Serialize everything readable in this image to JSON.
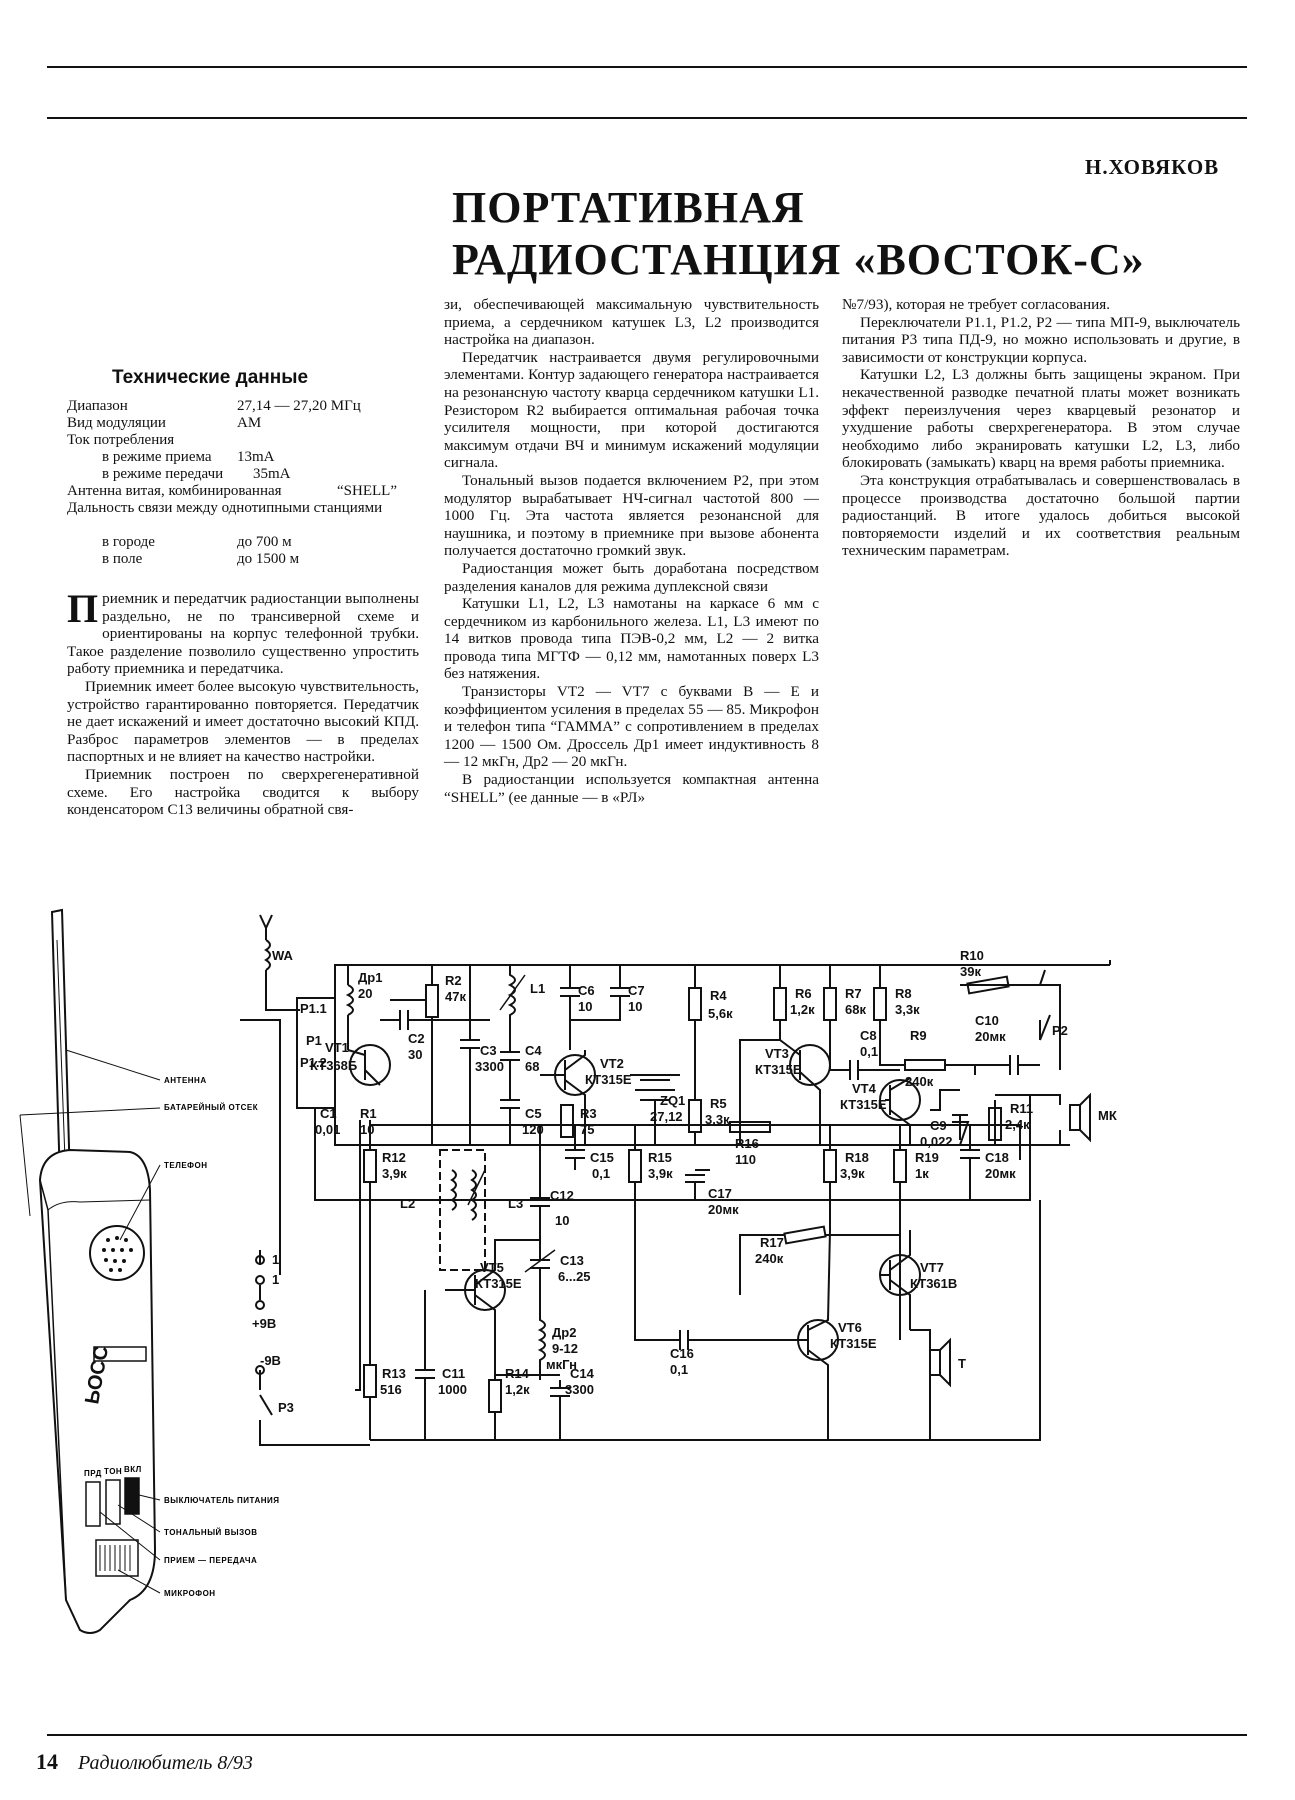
{
  "article": {
    "author": "Н.ХОВЯКОВ",
    "title_line1": "ПОРТАТИВНАЯ",
    "title_line2": "РАДИОСТАНЦИЯ «ВОСТОК-С»"
  },
  "specs": {
    "heading": "Технические данные",
    "rows": [
      {
        "label": "Диапазон",
        "value": "27,14 — 27,20 МГц"
      },
      {
        "label": "Вид модуляции",
        "value": "АМ"
      },
      {
        "label": "Ток потребления",
        "value": ""
      },
      {
        "label": "в режиме приема",
        "value": "13mA"
      },
      {
        "label": "в режиме передачи",
        "value": "35mA"
      },
      {
        "label": "Антенна витая, комбинированная",
        "value": "“SHELL”"
      },
      {
        "label": "Дальность связи между однотипными станциями",
        "value": ""
      },
      {
        "label": "в городе",
        "value": "до 700 м"
      },
      {
        "label": "в поле",
        "value": "до 1500 м"
      }
    ]
  },
  "body": {
    "col1_dropcap": "П",
    "col1": [
      "риемник и передатчик радиостанции выполнены раздельно, не по трансиверной схеме и ориентированы на корпус телефонной трубки. Такое разделение позволило существенно упростить работу приемника и передатчика.",
      "Приемник имеет более высокую чувствительность, устройство гарантированно повторяется. Передатчик не дает искажений и имеет достаточно высокий КПД. Разброс параметров элементов — в пределах паспортных и не влияет на качество настройки.",
      "Приемник построен по сверхрегенеративной схеме. Его настройка сводится к выбору конденсатором C13 величины обратной свя-"
    ],
    "col2": [
      "зи, обеспечивающей максимальную чувствительность приема, а сердечником катушек L3, L2 производится настройка на диапазон.",
      "Передатчик настраивается двумя регулировочными элементами. Контур задающего генератора настраивается на резонансную частоту кварца сердечником катушки L1. Резистором R2 выбирается оптимальная рабочая точка усилителя мощности, при которой достигаются максимум отдачи ВЧ и минимум искажений модуляции сигнала.",
      "Тональный вызов подается включением P2, при этом модулятор вырабатывает НЧ-сигнал частотой 800 — 1000 Гц. Эта частота является резонансной для наушника, и поэтому в приемнике при вызове абонента получается достаточно громкий звук.",
      "Радиостанция может быть доработана посредством разделения каналов для режима дуплексной связи",
      "Катушки L1, L2, L3 намотаны на каркасе 6 мм с сердечником из карбонильного железа. L1, L3 имеют по 14 витков провода типа ПЭВ-0,2 мм, L2 — 2 витка провода типа МГТФ — 0,12 мм, намотанных поверх L3 без натяжения.",
      "Транзисторы VT2 — VT7 с буквами B — E и коэффициентом усиления в пределах 55 — 85. Микрофон и телефон типа “ГАММА” с сопротивлением в пределах 1200 — 1500 Ом. Дроссель Др1 имеет индуктивность 8 — 12 мкГн, Др2 — 20 мкГн.",
      "В радиостанции используется компактная антенна “SHELL” (ее данные — в «РЛ»"
    ],
    "col3": [
      "№7/93), которая не требует согласования.",
      "Переключатели P1.1, P1.2, P2 — типа МП-9, выключатель питания P3 типа ПД-9, но можно использовать и другие, в зависимости от конструкции корпуса.",
      "Катушки L2, L3 должны быть защищены экраном. При некачественной разводке печатной платы может возникать эффект переизлучения через кварцевый резонатор и ухудшение работы сверхрегенератора. В этом случае необходимо либо экранировать катушки L2, L3, либо блокировать (замыкать) кварц на время работы приемника.",
      "Эта конструкция отрабатывалась и совершенствовалась в процессе производства достаточно большой партии радиостанций. В итоге удалось добиться высокой повторяемости изделий и их соответствия реальным техническим параметрам."
    ]
  },
  "device_callouts": [
    "АНТЕННА",
    "БАТАРЕЙНЫЙ ОТСЕК",
    "ТЕЛЕФОН",
    "ВЫКЛЮЧАТЕЛЬ ПИТАНИЯ",
    "ТОНАЛЬНЫЙ ВЫЗОВ",
    "ПРИЕМ — ПЕРЕДАЧА",
    "МИКРОФОН"
  ],
  "device_buttons": [
    "ПРД",
    "ТОН",
    "ВКЛ"
  ],
  "schematic_labels": {
    "WA": "WA",
    "DR1": "Др1",
    "DR1v": "20",
    "R2": "R2",
    "R2v": "47к",
    "L1": "L1",
    "C6": "C6",
    "C6v": "10",
    "C7": "C7",
    "C7v": "10",
    "R4": "R4",
    "R4v": "5,6к",
    "R10": "R10",
    "R10v": "39к",
    "R6": "R6",
    "R6v": "1,2к",
    "R7": "R7",
    "R7v": "68к",
    "R8": "R8",
    "R8v": "3,3к",
    "C10": "C10",
    "C10v": "20мк",
    "P2": "P2",
    "P11": "P1.1",
    "P1": "P1",
    "P12": "P1.2",
    "VT1": "VT1",
    "VT1t": "КТ368Б",
    "C2": "C2",
    "C2v": "30",
    "C3": "C3",
    "C3v": "3300",
    "C4": "C4",
    "C4v": "68",
    "VT2": "VT2",
    "VT2t": "КТ315Е",
    "VT3": "VT3",
    "VT3t": "КТ315Е",
    "C8": "C8",
    "C8v": "0,1",
    "R9": "R9",
    "R9v": "240к",
    "VT4": "VT4",
    "VT4t": "КТ315Е",
    "C1": "C1",
    "C1v": "0,01",
    "R1": "R1",
    "R1v": "10",
    "C5": "C5",
    "C5v": "120",
    "R3": "R3",
    "R3v": "75",
    "ZQ1": "ZQ1",
    "ZQ1v": "27,12",
    "R5": "R5",
    "R5v": "3,3к",
    "R11": "R11",
    "R11v": "2,4к",
    "C9": "C9",
    "C9v": "0,022",
    "MK": "МК",
    "R12": "R12",
    "R12v": "3,9к",
    "C15": "C15",
    "C15v": "0,1",
    "R15": "R15",
    "R15v": "3,9к",
    "R16": "R16",
    "R16v": "110",
    "C17": "C17",
    "C17v": "20мк",
    "R18": "R18",
    "R18v": "3,9к",
    "R19": "R19",
    "R19v": "1к",
    "C18": "C18",
    "C18v": "20мк",
    "L2": "L2",
    "L3": "L3",
    "C12": "C12",
    "C12v": "10",
    "C13": "C13",
    "C13v": "6...25",
    "VT5": "VT5",
    "VT5t": "КТ315Е",
    "R17": "R17",
    "R17v": "240к",
    "VT7": "VT7",
    "VT7t": "КТ361В",
    "VT6": "VT6",
    "VT6t": "КТ315Е",
    "C16": "C16",
    "C16v": "0,1",
    "T": "Т",
    "DR2": "Др2",
    "DR2v1": "9-12",
    "DR2v2": "мкГн",
    "R13": "R13",
    "R13v": "516",
    "C11": "C11",
    "C11v": "1000",
    "R14": "R14",
    "R14v": "1,2к",
    "C14": "C14",
    "C14v": "3300",
    "S1a": "1",
    "S1b": "1",
    "PLUS9": "+9В",
    "MINUS9": "-9В",
    "P3": "P3"
  },
  "footer": {
    "page_number": "14",
    "magazine": "Радиолюбитель 8/93"
  }
}
